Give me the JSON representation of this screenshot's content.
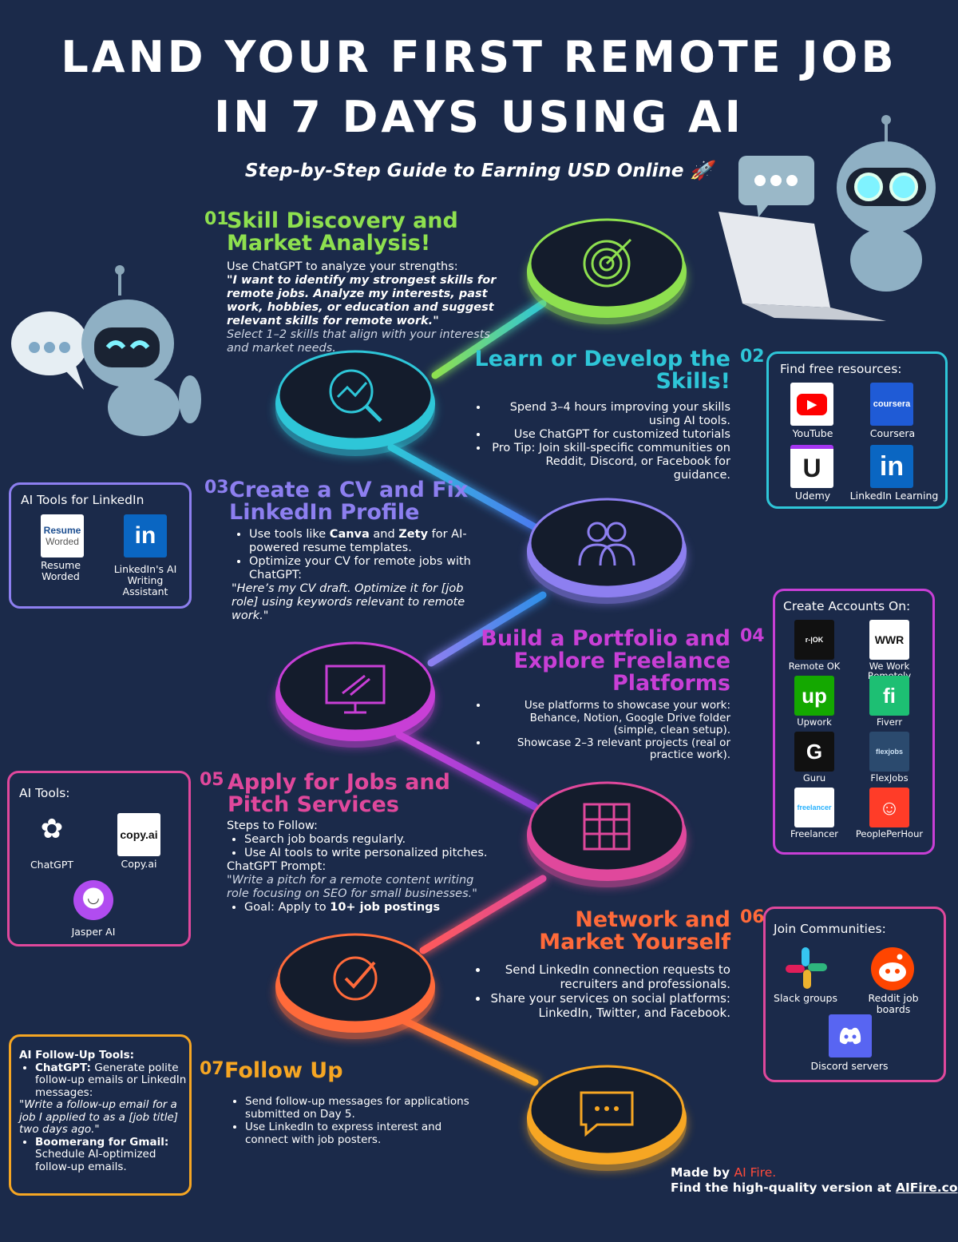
{
  "title": {
    "line1": "Land Your First Remote Job",
    "line2": "in 7 Days Using AI"
  },
  "subtitle": "Step-by-Step Guide to Earning USD Online 🚀",
  "colors": {
    "bg": "#1b2a4a",
    "step1": "#8ee04f",
    "step2": "#2ec6d8",
    "step3": "#8d7ff0",
    "step4": "#c83fd6",
    "step5": "#e0489c",
    "step6": "#ff6a3a",
    "step7": "#f6a623"
  },
  "steps": [
    {
      "num": "01",
      "title_l1": "Skill Discovery and",
      "title_l2": "Market Analysis!",
      "intro": "Use ChatGPT to analyze your strengths:",
      "prompt": "\"I want to identify my strongest skills for remote jobs. Analyze my interests, past work, hobbies, or education and suggest relevant skills for remote work.\"",
      "note": "Select 1–2 skills that align with your interests and market needs.",
      "icon": "target-icon"
    },
    {
      "num": "02",
      "title_l1": "Learn or Develop the",
      "title_l2": "Skills!",
      "bullets": [
        "Spend 3–4 hours improving your skills using AI tools.",
        "Use ChatGPT for customized tutorials",
        "Pro Tip: Join skill-specific communities on Reddit, Discord, or Facebook for guidance."
      ],
      "icon": "chart-magnifier-icon"
    },
    {
      "num": "03",
      "title_l1": "Create a CV and Fix",
      "title_l2": "LinkedIn Profile",
      "b1_pre": "Use tools like ",
      "b1_a": "Canva",
      "b1_mid": " and ",
      "b1_b": "Zety",
      "b1_post": " for AI-powered resume templates.",
      "b2": "Optimize your CV for remote jobs with ChatGPT:",
      "prompt": "\"Here’s my CV draft. Optimize it for [job role] using keywords relevant to remote work.\"",
      "icon": "users-icon"
    },
    {
      "num": "04",
      "title_l1": "Build a Portfolio and",
      "title_l2": "Explore Freelance",
      "title_l3": "Platforms",
      "bullets": [
        "Use platforms to showcase your work: Behance, Notion, Google Drive folder (simple, clean setup).",
        "Showcase 2–3 relevant projects (real or practice work)."
      ],
      "icon": "monitor-growth-icon"
    },
    {
      "num": "05",
      "title_l1": "Apply for Jobs and",
      "title_l2": "Pitch Services",
      "steps_label": "Steps to Follow:",
      "bullets": [
        "Search job boards regularly.",
        "Use AI tools to write personalized pitches."
      ],
      "prompt_label": "ChatGPT Prompt:",
      "prompt": "\"Write a pitch for a remote content writing role focusing on SEO for small businesses.\"",
      "goal_pre": "Goal: Apply to ",
      "goal_bold": "10+ job postings",
      "icon": "grid-board-icon"
    },
    {
      "num": "06",
      "title_l1": "Network and",
      "title_l2": "Market Yourself",
      "bullets": [
        "Send LinkedIn connection requests to recruiters and professionals.",
        "Share your services on social platforms: LinkedIn, Twitter, and Facebook."
      ],
      "icon": "check-circle-icon"
    },
    {
      "num": "07",
      "title_l1": "Follow Up",
      "bullets": [
        "Send follow-up messages for applications submitted on Day 5.",
        "Use LinkedIn to express interest and connect with job posters."
      ],
      "icon": "chat-dots-icon"
    }
  ],
  "boxes": {
    "free_resources": {
      "title": "Find free resources:",
      "items": [
        {
          "label": "YouTube",
          "glyph": "▶",
          "bg": "#ffffff",
          "fg": "#ff0000"
        },
        {
          "label": "Coursera",
          "glyph": "coursera",
          "bg": "#1f5bd6",
          "fg": "#ffffff"
        },
        {
          "label": "Udemy",
          "glyph": "U",
          "bg": "#ffffff",
          "fg": "#1c1c1c"
        },
        {
          "label": "LinkedIn Learning",
          "glyph": "in",
          "bg": "#0a66c2",
          "fg": "#ffffff"
        }
      ]
    },
    "linkedin_tools": {
      "title": "AI Tools for LinkedIn",
      "items": [
        {
          "label": "Resume Worded",
          "glyph1": "Resume",
          "glyph2": "Worded"
        },
        {
          "label": "LinkedIn's AI Writing Assistant",
          "glyph": "in"
        }
      ]
    },
    "accounts": {
      "title": "Create Accounts On:",
      "items": [
        {
          "label": "Remote OK",
          "glyph": "r-|OK",
          "bg": "#111111",
          "fg": "#ffffff"
        },
        {
          "label": "We Work Remotely",
          "glyph": "WWR",
          "bg": "#ffffff",
          "fg": "#111111"
        },
        {
          "label": "Upwork",
          "glyph": "up",
          "bg": "#14a800",
          "fg": "#ffffff"
        },
        {
          "label": "Fiverr",
          "glyph": "fi",
          "bg": "#1dbf73",
          "fg": "#ffffff"
        },
        {
          "label": "Guru",
          "glyph": "G",
          "bg": "#111111",
          "fg": "#ffffff"
        },
        {
          "label": "FlexJobs",
          "glyph": "flexjobs",
          "bg": "#2b4a6e",
          "fg": "#cfe3f5"
        },
        {
          "label": "Freelancer",
          "glyph": "freelancer",
          "bg": "#ffffff",
          "fg": "#29b2fe"
        },
        {
          "label": "PeoplePerHour",
          "glyph": "☺",
          "bg": "#ff3c28",
          "fg": "#ffffff"
        }
      ]
    },
    "ai_tools": {
      "title": "AI Tools:",
      "items": [
        {
          "label": "ChatGPT",
          "glyph": "✿"
        },
        {
          "label": "Copy.ai",
          "glyph": "copy.ai"
        },
        {
          "label": "Jasper AI",
          "glyph": "◡"
        }
      ]
    },
    "communities": {
      "title": "Join Communities:",
      "items": [
        {
          "label": "Slack groups"
        },
        {
          "label": "Reddit job boards"
        },
        {
          "label": "Discord servers"
        }
      ]
    },
    "followup_tools": {
      "title": "AI Follow-Up Tools:",
      "b1_bold": "ChatGPT:",
      "b1": " Generate polite follow-up emails or LinkedIn messages:",
      "prompt": "\"Write a follow-up email for a job I applied to as a [job title] two days ago.\"",
      "b2_bold": "Boomerang for Gmail:",
      "b2": " Schedule AI-optimized follow-up emails."
    }
  },
  "footer": {
    "made_by": "Made by ",
    "brand": "AI Fire.",
    "find": "Find the high-quality version at ",
    "site": "AIFire.co"
  }
}
